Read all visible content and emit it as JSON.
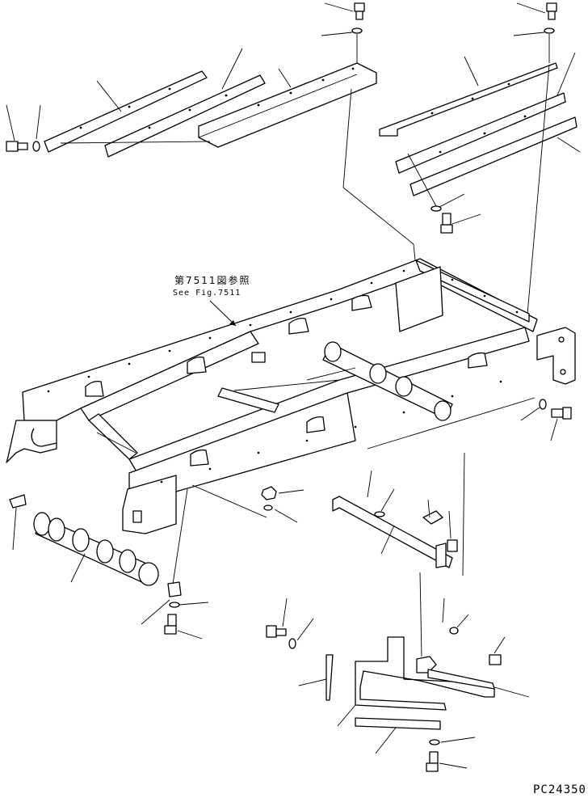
{
  "reference": {
    "japanese": "第7511図参照",
    "english": "See Fig.7511"
  },
  "drawing_code": "PC24350"
}
